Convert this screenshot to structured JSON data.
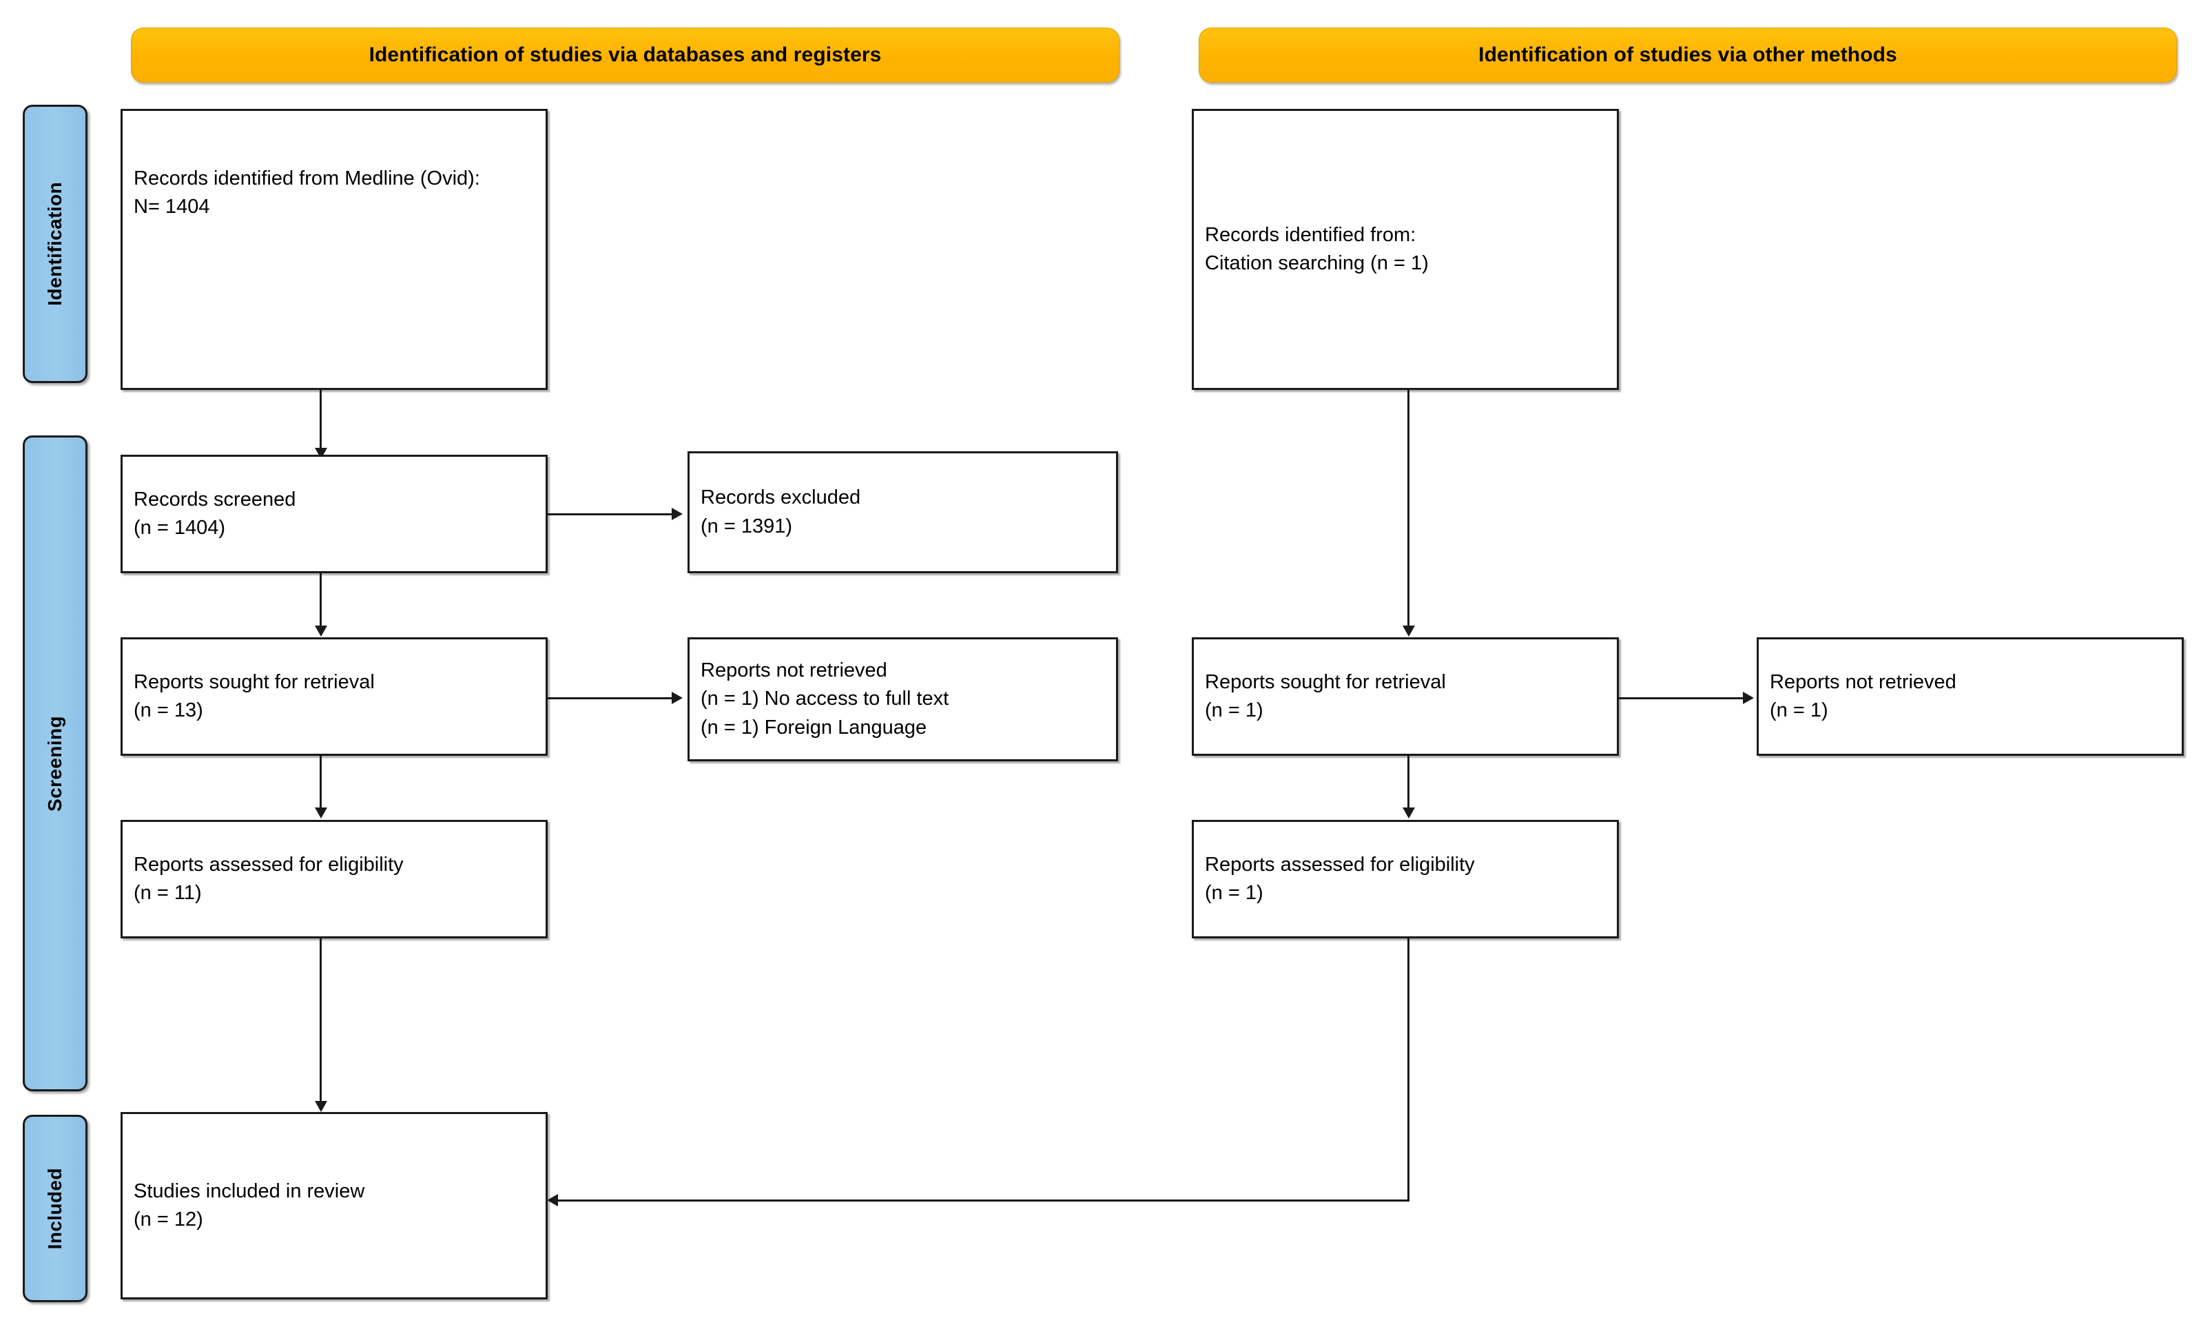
{
  "diagram": {
    "title": "PRISMA 2020 flow diagram",
    "colors": {
      "banner_fill": "#FFB900",
      "stagebar_fill": "#92C5E8",
      "box_fill": "#FFFFFF",
      "line": "#1A1A1A",
      "text": "#000000"
    }
  },
  "banners": [
    {
      "id": "databases",
      "label": "Identification of studies via databases and registers"
    },
    {
      "id": "other",
      "label": "Identification of studies via other methods"
    }
  ],
  "stages": [
    {
      "id": "identification",
      "label": "Identification"
    },
    {
      "id": "screening",
      "label": "Screening"
    },
    {
      "id": "included",
      "label": "Included"
    }
  ],
  "boxes": {
    "records_identified_medline": {
      "name": "records-identified-medline",
      "text": "Records identified from Medline (Ovid):\nN= 1404",
      "counts": {
        "N": 1404
      },
      "source": "Medline (Ovid)"
    },
    "records_identified_other": {
      "name": "records-identified-other",
      "text": "Records identified from:\n    Citation searching (n = 1)",
      "counts": {
        "citation_searching": 1
      }
    },
    "records_screened": {
      "name": "records-screened",
      "text": "Records screened\n(n = 1404)",
      "counts": {
        "n": 1404
      }
    },
    "records_excluded": {
      "name": "records-excluded",
      "text": "Records excluded\n(n = 1391)",
      "counts": {
        "n": 1391
      }
    },
    "reports_sought_left": {
      "name": "reports-sought-for-retrieval-databases",
      "text": "Reports sought for retrieval\n(n = 13)",
      "counts": {
        "n": 13
      }
    },
    "reports_not_retrieved_left": {
      "name": "reports-not-retrieved-databases",
      "text": "Reports not retrieved\n(n = 1) No access to full text\n(n = 1) Foreign Language",
      "reasons": [
        {
          "label": "No access to full text",
          "n": 1
        },
        {
          "label": "Foreign Language",
          "n": 1
        }
      ]
    },
    "reports_assessed_left": {
      "name": "reports-assessed-for-eligibility-databases",
      "text": "Reports assessed for eligibility\n(n = 11)",
      "counts": {
        "n": 11
      }
    },
    "reports_sought_right": {
      "name": "reports-sought-for-retrieval-other",
      "text": "Reports sought for retrieval\n(n = 1)",
      "counts": {
        "n": 1
      }
    },
    "reports_not_retrieved_right": {
      "name": "reports-not-retrieved-other",
      "text": "Reports not retrieved\n(n = 1)",
      "counts": {
        "n": 1
      }
    },
    "reports_assessed_right": {
      "name": "reports-assessed-for-eligibility-other",
      "text": "Reports assessed for eligibility\n(n = 1)",
      "counts": {
        "n": 1
      }
    },
    "studies_included": {
      "name": "studies-included-in-review",
      "text": "Studies included in review\n(n = 12)",
      "counts": {
        "n": 12
      }
    }
  }
}
